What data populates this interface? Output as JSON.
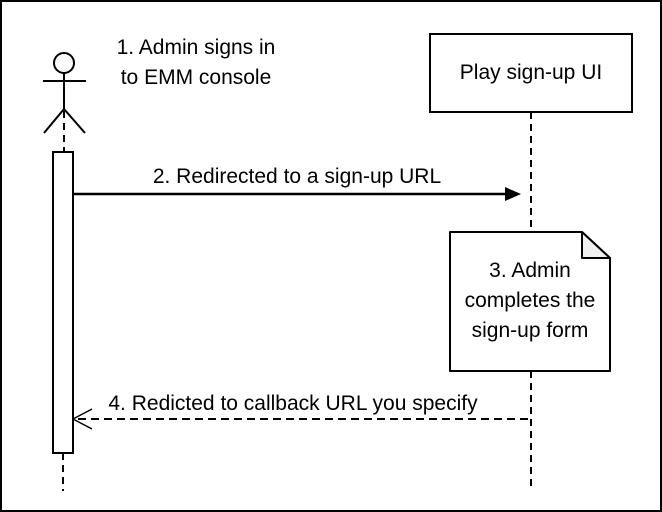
{
  "diagram": {
    "type": "sequence-diagram",
    "actor": {
      "icon": "stick-figure-actor-icon"
    },
    "object_box": {
      "label": "Play sign-up UI"
    },
    "steps": {
      "step1": {
        "line1": "1. Admin signs in",
        "line2": "to EMM console"
      },
      "step2": {
        "label": "2. Redirected to a sign-up URL",
        "arrow_style": "solid-line-filled-arrowhead-right"
      },
      "step3": {
        "line1": "3. Admin",
        "line2": "completes the",
        "line3": "sign-up form",
        "shape": "note-with-folded-corner"
      },
      "step4": {
        "label": "4. Redicted to callback URL you specify",
        "arrow_style": "dashed-line-open-arrowhead-left"
      }
    },
    "colors": {
      "stroke": "#000000",
      "fill": "#ffffff",
      "note_fold": "#f0f0f0"
    }
  }
}
